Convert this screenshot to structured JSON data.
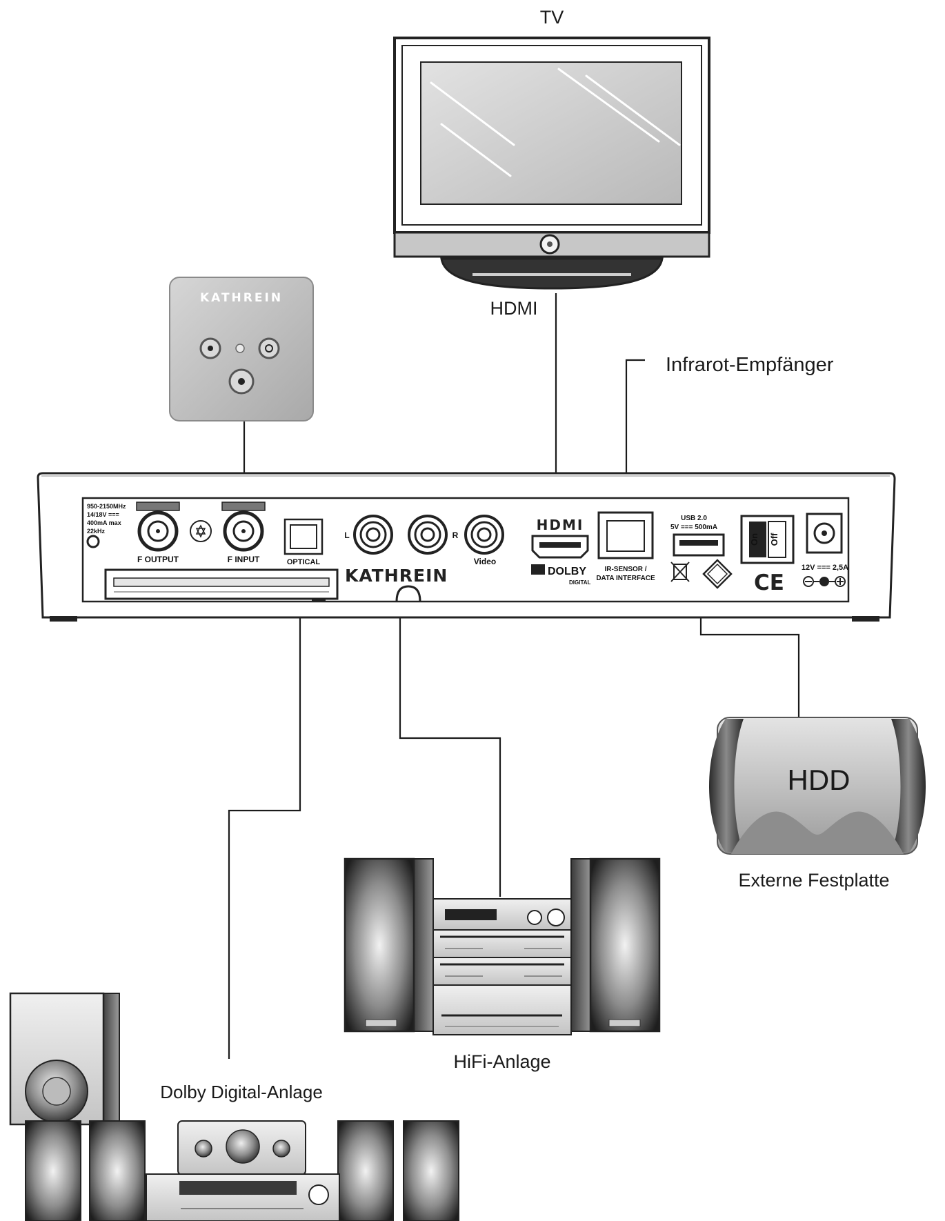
{
  "labels": {
    "tv": "TV",
    "hdmi": "HDMI",
    "infrared": "Infrarot-Empfänger",
    "hdd": "HDD",
    "external_hdd": "Externe Festplatte",
    "hifi": "HiFi-Anlage",
    "dolby_system": "Dolby Digital-Anlage"
  },
  "wall_socket": {
    "brand": "KATHREIN"
  },
  "receiver": {
    "brand": "KATHREIN",
    "spec_text": [
      "950-2150MHz",
      "14/18V ===",
      "400mA max",
      "22kHz"
    ],
    "f_output": "F OUTPUT",
    "f_input": "F INPUT",
    "optical": "OPTICAL",
    "audio_left": "L",
    "audio_right": "R",
    "video": "Video",
    "hdmi_logo": "HDMI",
    "dolby": "DOLBY",
    "dolby_sub": "DIGITAL",
    "ir_sensor": "IR-SENSOR /",
    "data_interface": "DATA INTERFACE",
    "usb": "USB 2.0",
    "usb_power": "5V === 500mA",
    "switch_on": "On",
    "switch_off": "Off",
    "ce": "CE",
    "power_rating": "12V === 2,5A"
  }
}
